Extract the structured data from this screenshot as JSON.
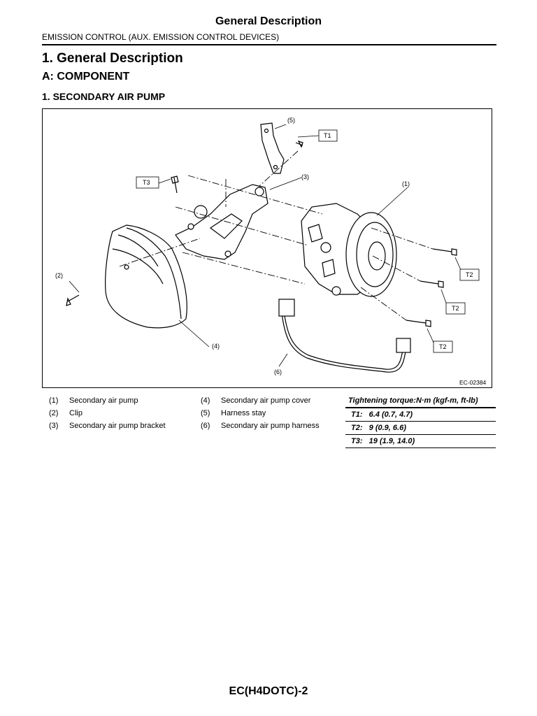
{
  "header": {
    "title": "General Description",
    "subtitle": "EMISSION CONTROL (AUX. EMISSION CONTROL DEVICES)"
  },
  "section": {
    "h1": "1.  General Description",
    "h2": "A:  COMPONENT",
    "h3": "1.  SECONDARY AIR PUMP"
  },
  "figure": {
    "callouts": [
      "(1)",
      "(2)",
      "(3)",
      "(4)",
      "(5)",
      "(6)"
    ],
    "torque_tags": [
      "T1",
      "T2",
      "T2",
      "T2",
      "T3"
    ],
    "figure_id": "EC-02384"
  },
  "legend": [
    {
      "num": "(1)",
      "label": "Secondary air pump"
    },
    {
      "num": "(2)",
      "label": "Clip"
    },
    {
      "num": "(3)",
      "label": "Secondary air pump bracket"
    },
    {
      "num": "(4)",
      "label": "Secondary air pump cover"
    },
    {
      "num": "(5)",
      "label": "Harness stay"
    },
    {
      "num": "(6)",
      "label": "Secondary air pump harness"
    }
  ],
  "torque": {
    "title": "Tightening torque:N·m (kgf-m, ft-lb)",
    "rows": [
      {
        "tag": "T1:",
        "value": "6.4 (0.7, 4.7)"
      },
      {
        "tag": "T2:",
        "value": "9 (0.9, 6.6)"
      },
      {
        "tag": "T3:",
        "value": "19 (1.9, 14.0)"
      }
    ]
  },
  "footer": {
    "page": "EC(H4DOTC)-2"
  }
}
